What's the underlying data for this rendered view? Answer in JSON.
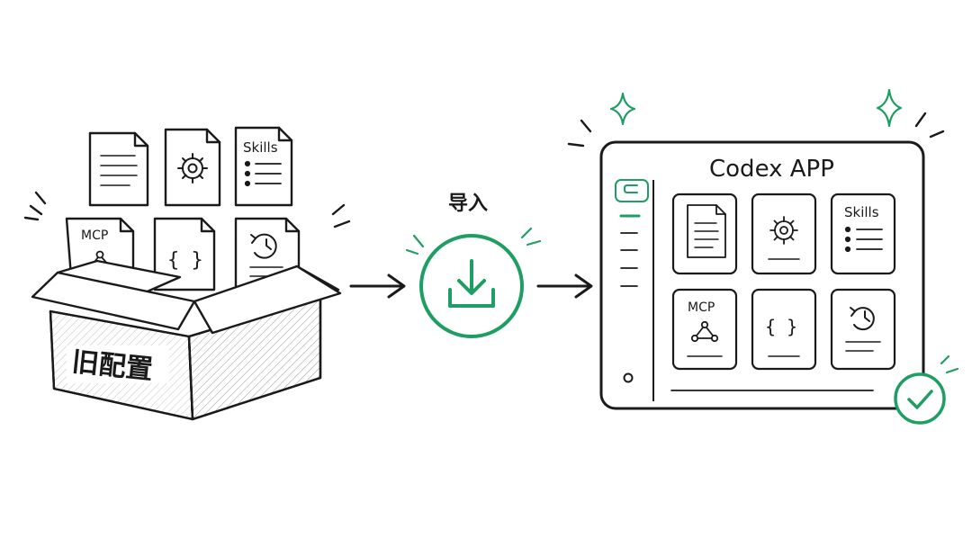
{
  "old_config": {
    "box_label": "旧配置",
    "files": {
      "skills_label": "Skills",
      "mcp_label": "MCP",
      "braces_label": "{ }"
    }
  },
  "import_step": {
    "label": "导入",
    "icon": "download-icon"
  },
  "app": {
    "title": "Codex APP",
    "cards": {
      "skills_label": "Skills",
      "mcp_label": "MCP",
      "braces_label": "{ }"
    },
    "status_icon": "check-circle-icon"
  },
  "colors": {
    "ink": "#1a1a1a",
    "accent": "#1e9e62",
    "paper": "#ffffff"
  }
}
